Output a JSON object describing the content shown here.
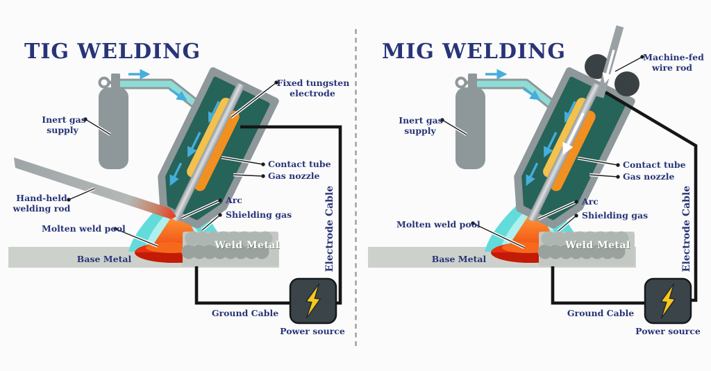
{
  "panels": {
    "tig": {
      "title": "TIG WELDING",
      "labels": {
        "inert_gas_line1": "Inert gas",
        "inert_gas_line2": "supply",
        "electrode_line1": "Fixed tungsten",
        "electrode_line2": "electrode",
        "contact_tube": "Contact tube",
        "gas_nozzle": "Gas nozzle",
        "arc": "Arc",
        "shielding_gas": "Shielding gas",
        "rod_line1": "Hand-held",
        "rod_line2": "welding rod",
        "molten_pool": "Molten weld pool",
        "base_metal": "Base Metal",
        "weld_metal": "Weld Metal",
        "ground_cable": "Ground Cable",
        "electrode_cable": "Electrode Cable",
        "power_source": "Power source"
      }
    },
    "mig": {
      "title": "MIG WELDING",
      "labels": {
        "wire_line1": "Machine-fed",
        "wire_line2": "wire rod",
        "inert_gas_line1": "Inert gas",
        "inert_gas_line2": "supply",
        "contact_tube": "Contact tube",
        "gas_nozzle": "Gas nozzle",
        "arc": "Arc",
        "shielding_gas": "Shielding gas",
        "molten_pool": "Molten weld pool",
        "base_metal": "Base Metal",
        "weld_metal": "Weld Metal",
        "ground_cable": "Ground Cable",
        "electrode_cable": "Electrode Cable",
        "power_source": "Power source"
      }
    }
  },
  "colors": {
    "heading_navy": "#293478",
    "metal_gray": "#8e979a",
    "hose_teal": "#8fdcd6",
    "arrow_blue": "#45aedd",
    "torch_teal": "#266359",
    "capsule_yellow": "#f3c14d",
    "capsule_orange": "#f19020",
    "gas_cyan": "#62dbdb",
    "gas_cyan_light": "#aef0ee",
    "pool_red": "#e7310f",
    "pool_red_dark": "#c21b07",
    "base_metal_gray": "#cdd1cb",
    "bead_gray": "#99a29d",
    "bead_gray_light": "#aeb6b1",
    "slab_gray": "#c3c8c2",
    "cable_black": "#161616",
    "box_dark": "#3b4549",
    "bolt_yellow": "#f6c81d",
    "roller_dark": "#3a4144"
  }
}
